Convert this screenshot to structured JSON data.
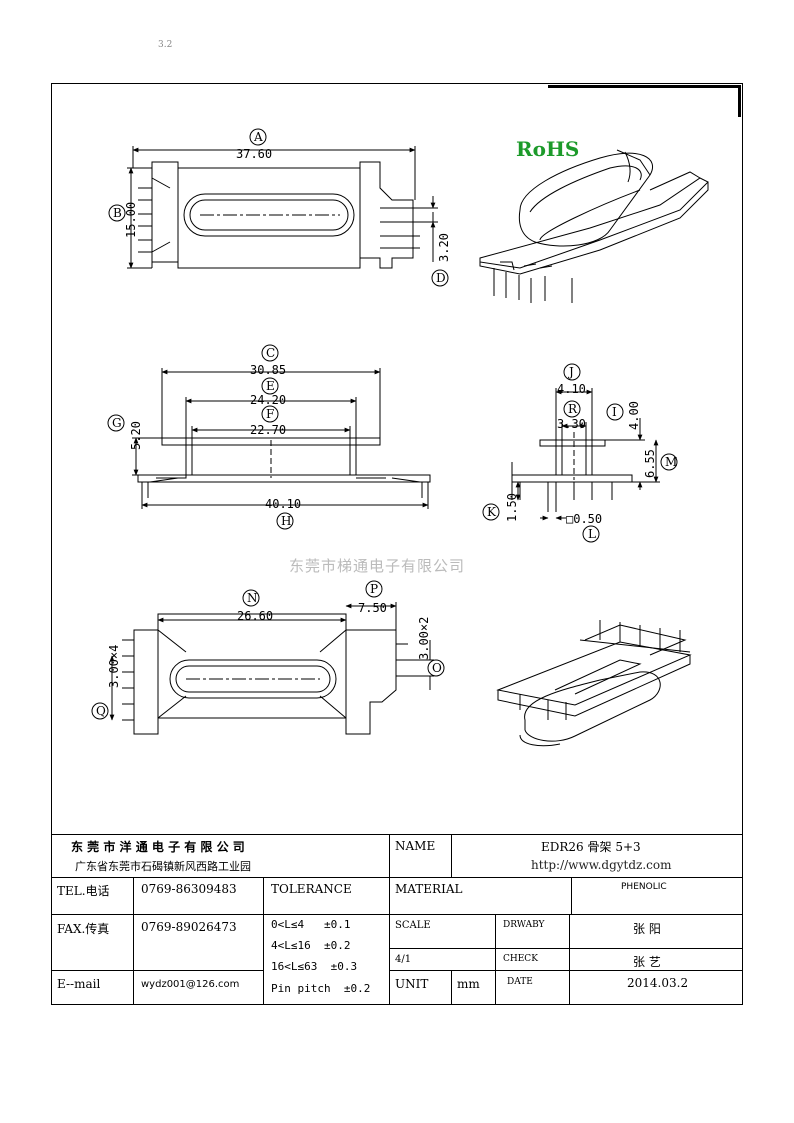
{
  "header_mark": "3.2",
  "rohs_label": "RoHS",
  "watermark": "东莞市梯通电子有限公司",
  "view_top": {
    "dims": [
      {
        "letter": "A",
        "value": "37.60"
      },
      {
        "letter": "B",
        "value": "15.00"
      },
      {
        "letter": "D",
        "value": "3.20"
      }
    ]
  },
  "view_front": {
    "dims": [
      {
        "letter": "C",
        "value": "30.85"
      },
      {
        "letter": "E",
        "value": "24.20"
      },
      {
        "letter": "F",
        "value": "22.70"
      },
      {
        "letter": "G",
        "value": "5.20"
      },
      {
        "letter": "H",
        "value": "40.10"
      }
    ]
  },
  "view_side": {
    "dims": [
      {
        "letter": "J",
        "value": "4.10"
      },
      {
        "letter": "R",
        "value": "3.30"
      },
      {
        "letter": "I",
        "value": "4.00"
      },
      {
        "letter": "M",
        "value": "6.55"
      },
      {
        "letter": "K",
        "value": "1.50"
      },
      {
        "letter": "L",
        "value": "□0.50"
      }
    ]
  },
  "view_bottom": {
    "dims": [
      {
        "letter": "N",
        "value": "26.60"
      },
      {
        "letter": "P",
        "value": "7.50"
      },
      {
        "letter": "O",
        "value": "3.00×2"
      },
      {
        "letter": "Q",
        "value": "3.00×4"
      }
    ]
  },
  "title_block": {
    "company": "东 莞 市 洋 通 电 子 有 限 公 司",
    "address": "广东省东莞市石碣镇新风西路工业园",
    "name_label": "NAME",
    "name_value": "EDR26 骨架 5+3",
    "url": "http://www.dgytdz.com",
    "tel_label": "TEL.电话",
    "tel_value": "0769-86309483",
    "tolerance_label": "TOLERANCE",
    "material_label": "MATERIAL",
    "material_value": "PHENOLIC",
    "fax_label": "FAX.传真",
    "fax_value": "0769-89026473",
    "tolerance_lines": [
      "0<L≤4   ±0.1",
      "4<L≤16  ±0.2",
      "16<L≤63  ±0.3",
      "Pin pitch  ±0.2"
    ],
    "scale_label": "SCALE",
    "scale_value": "4/1",
    "drwaby_label": "DRWABY",
    "drwaby_value": "张  阳",
    "check_label": "CHECK",
    "check_value": "张  艺",
    "email_label": "E--mail",
    "email_value": "wydz001@126.com",
    "unit_label": "UNIT",
    "unit_value": "mm",
    "date_label": "DATE",
    "date_value": "2014.03.2"
  }
}
